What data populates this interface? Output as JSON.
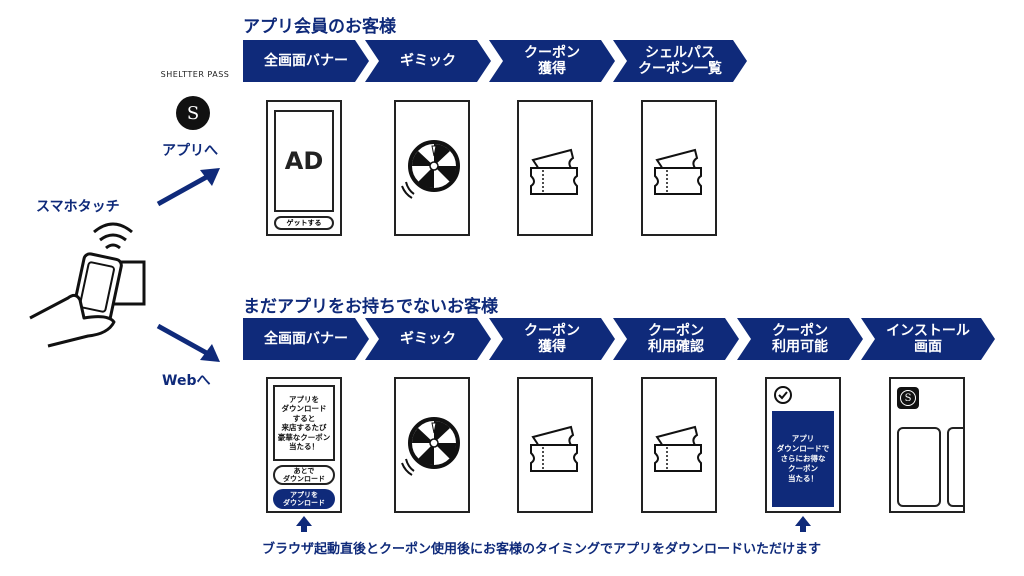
{
  "app_section": {
    "title": "アプリ会員のお客様",
    "steps": [
      "全画面バナー",
      "ギミック",
      "クーポン\n獲得",
      "シェルパス\nクーポン一覧"
    ]
  },
  "web_section": {
    "title": "まだアプリをお持ちでないお客様",
    "steps": [
      "全画面バナー",
      "ギミック",
      "クーポン\n獲得",
      "クーポン\n利用確認",
      "クーポン\n利用可能",
      "インストール\n画面"
    ]
  },
  "left": {
    "brand": "SHELTTER PASS",
    "to_app": "アプリへ",
    "touch": "スマホタッチ",
    "to_web": "Webへ"
  },
  "screens": {
    "ad_text": "AD",
    "get_button": "ゲットする",
    "banner_message": "アプリを\nダウンロード\nすると\n来店するたび\n豪華なクーポン\n当たる！",
    "later_button": "あとで\nダウンロード",
    "download_button": "アプリを\nダウンロード",
    "usable_message": "アプリ\nダウンロードで\nさらにお得な\nクーポン\n当たる！",
    "app_icon_letter": "S"
  },
  "footer_note": "ブラウザ起動直後とクーポン使用後にお客様のタイミングでアプリをダウンロードいただけます",
  "colors": {
    "navy": "#0f2a7a"
  }
}
